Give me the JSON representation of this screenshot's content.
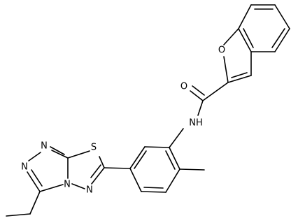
{
  "molecule": {
    "atom_labels": {
      "o_furan": "O",
      "o_carbonyl": "O",
      "nh": "NH",
      "s": "S",
      "n1": "N",
      "n2": "N",
      "n3": "N",
      "n4": "N"
    },
    "colors": {
      "bond": "#000000",
      "background": "#ffffff"
    }
  }
}
